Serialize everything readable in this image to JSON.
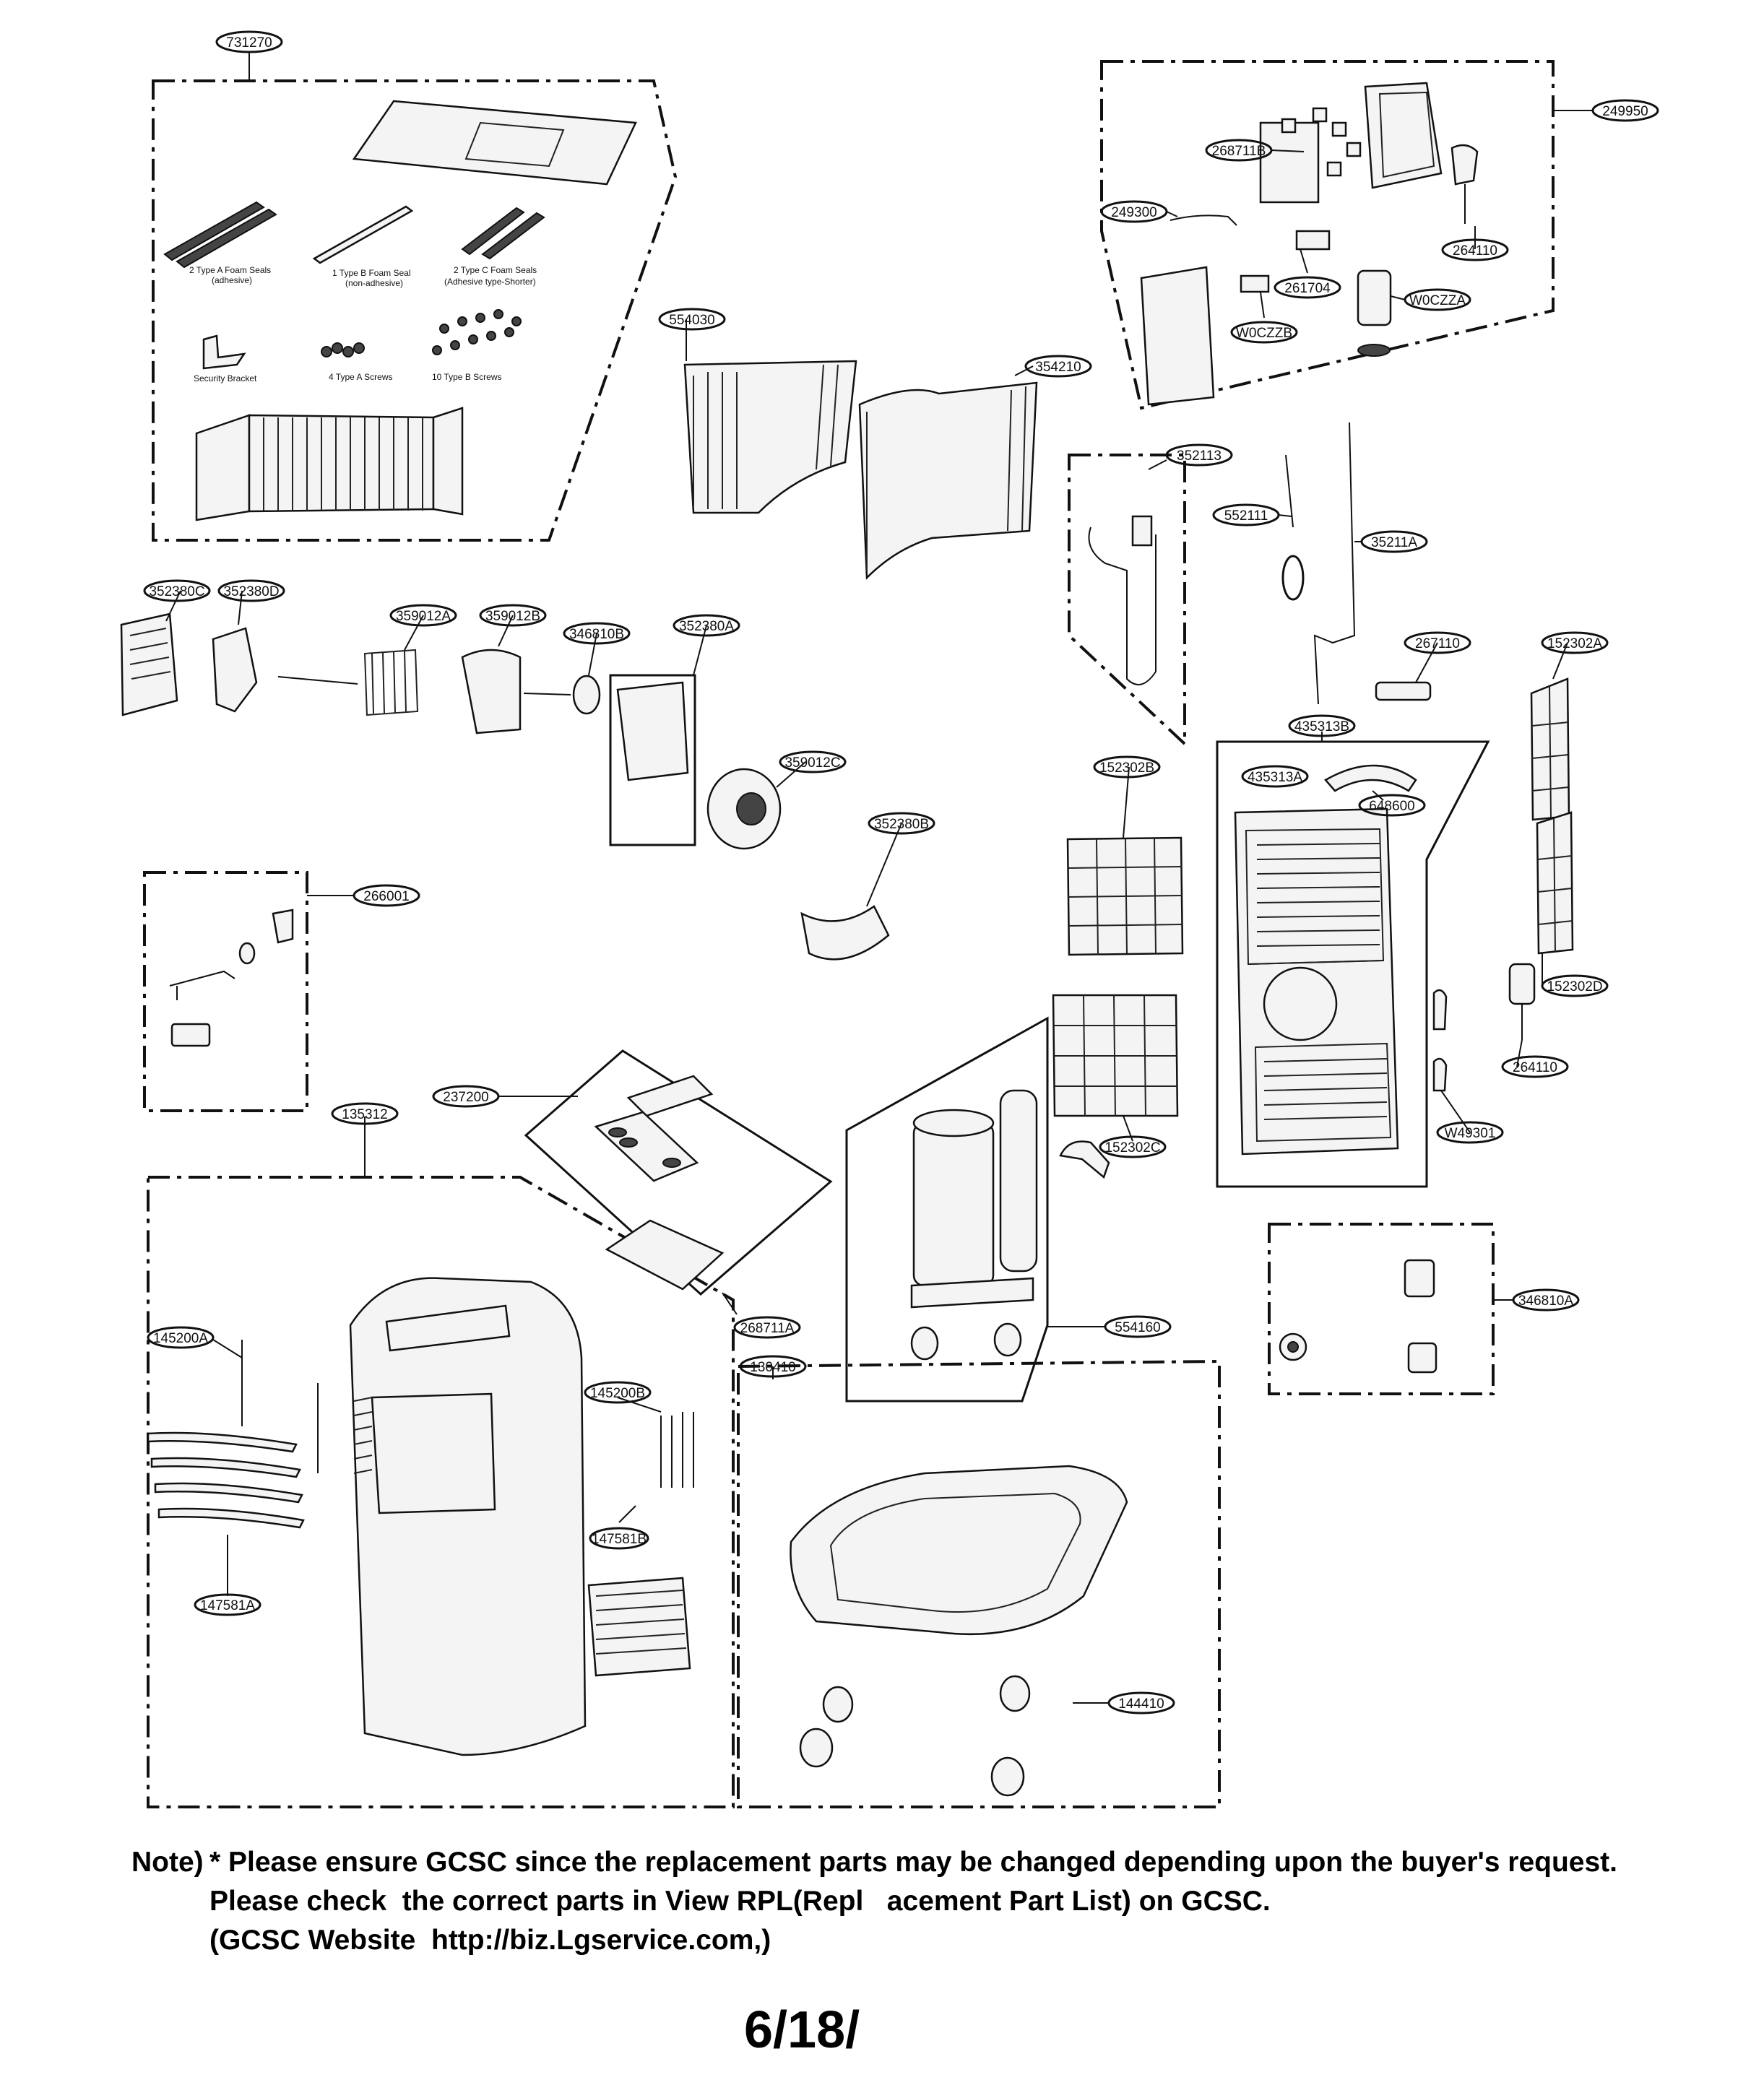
{
  "diagram": {
    "callouts": [
      {
        "id": "731270"
      },
      {
        "id": "249950"
      },
      {
        "id": "268711B"
      },
      {
        "id": "249300"
      },
      {
        "id": "264110"
      },
      {
        "id": "261704"
      },
      {
        "id": "W0CZZA"
      },
      {
        "id": "W0CZZB"
      },
      {
        "id": "554030"
      },
      {
        "id": "354210"
      },
      {
        "id": "352113"
      },
      {
        "id": "552111"
      },
      {
        "id": "35211A"
      },
      {
        "id": "352380C"
      },
      {
        "id": "352380D"
      },
      {
        "id": "359012A"
      },
      {
        "id": "359012B"
      },
      {
        "id": "346810B"
      },
      {
        "id": "352380A"
      },
      {
        "id": "267110"
      },
      {
        "id": "152302A"
      },
      {
        "id": "435313B"
      },
      {
        "id": "435313A"
      },
      {
        "id": "648600"
      },
      {
        "id": "152302B"
      },
      {
        "id": "359012C"
      },
      {
        "id": "352380B"
      },
      {
        "id": "266001"
      },
      {
        "id": "152302D"
      },
      {
        "id": "264110"
      },
      {
        "id": "W49301"
      },
      {
        "id": "152302C"
      },
      {
        "id": "237200"
      },
      {
        "id": "135312"
      },
      {
        "id": "268711A"
      },
      {
        "id": "554160"
      },
      {
        "id": "346810A"
      },
      {
        "id": "145200A"
      },
      {
        "id": "145200B"
      },
      {
        "id": "130410"
      },
      {
        "id": "147581B"
      },
      {
        "id": "147581A"
      },
      {
        "id": "144410"
      }
    ],
    "kit_labels": {
      "foam_a": "2 Type A Foam Seals",
      "foam_a_sub": "(adhesive)",
      "foam_b": "1 Type B Foam Seal",
      "foam_b_sub": "(non-adhesive)",
      "foam_c": "2 Type C Foam Seals",
      "foam_c_sub": "(Adhesive type-Shorter)",
      "bracket": "Security Bracket",
      "screws_a": "4 Type A Screws",
      "screws_b": "10 Type B Screws"
    }
  },
  "note": {
    "header": "Note)",
    "line1": "* Please ensure GCSC since the replacement parts may be changed depending upon the buyer's request.",
    "line2": "Please check  the correct parts in View RPL(Repl   acement Part List) on GCSC.",
    "line3": "(GCSC Website  http://biz.Lgservice.com,)"
  },
  "page_number": "6/18/"
}
